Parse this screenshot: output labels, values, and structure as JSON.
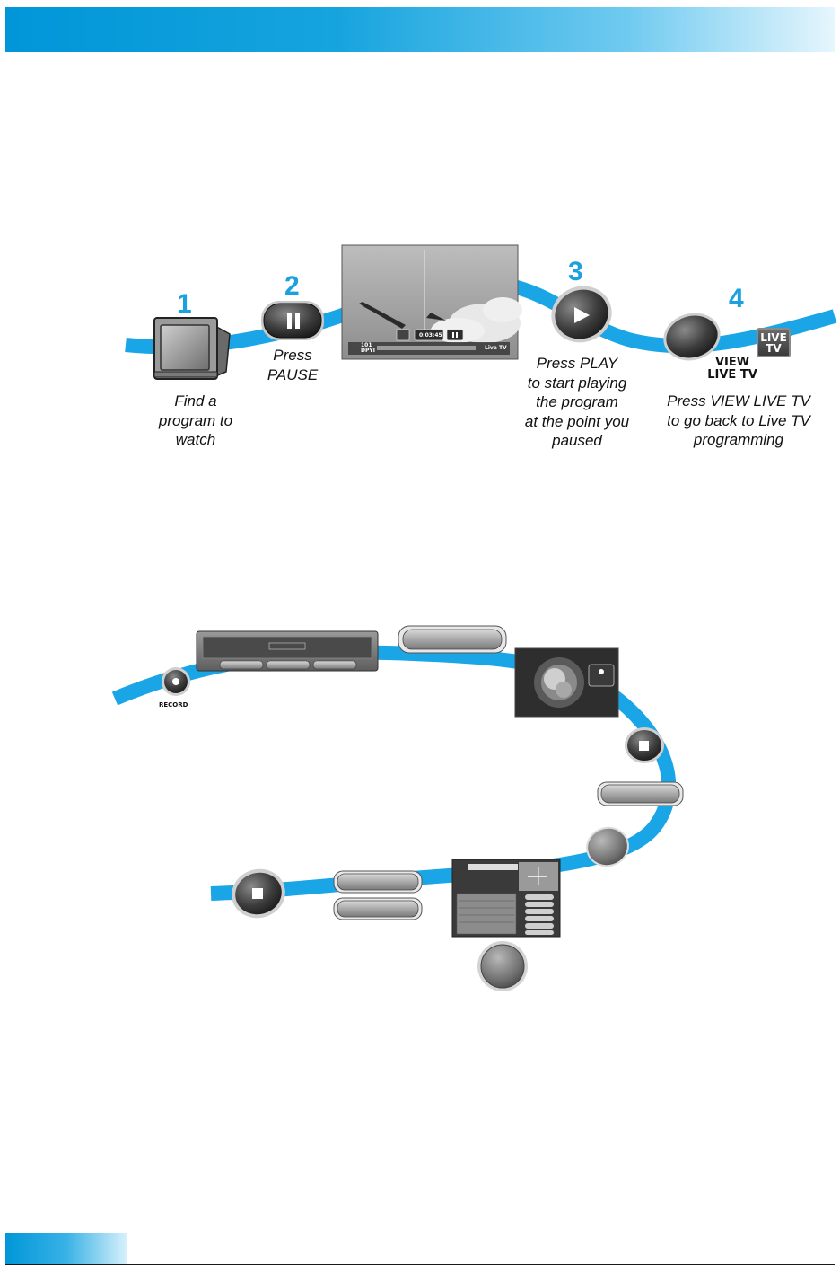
{
  "steps": [
    {
      "number": "1",
      "caption_lines": [
        "Find a",
        "program to",
        "watch"
      ]
    },
    {
      "number": "2",
      "caption_lines": [
        "Press",
        "PAUSE"
      ]
    },
    {
      "number": "3",
      "caption_lines": [
        "Press PLAY",
        "to start playing",
        "the program",
        "at the point you",
        "paused"
      ]
    },
    {
      "number": "4",
      "caption_lines": [
        "Press VIEW LIVE TV",
        "to go back to Live TV",
        "programming"
      ]
    }
  ],
  "buttons": {
    "view_live_tv_line1": "VIEW",
    "view_live_tv_line2": "LIVE TV",
    "live_tv_badge_line1": "LIVE",
    "live_tv_badge_line2": "TV",
    "record_label": "RECORD"
  },
  "screen_osd": {
    "timer": "0:03:45",
    "channel_line1": "101",
    "channel_line2": "DPYI",
    "live_label": "Live TV"
  },
  "colors": {
    "accent_blue": "#1ba0e0",
    "ribbon_blue": "#1aa6e6",
    "header_blue": "#0096d8"
  },
  "icons": [
    "tv-icon",
    "pause-icon",
    "play-icon",
    "stop-icon",
    "record-icon",
    "live-tv-icon"
  ]
}
